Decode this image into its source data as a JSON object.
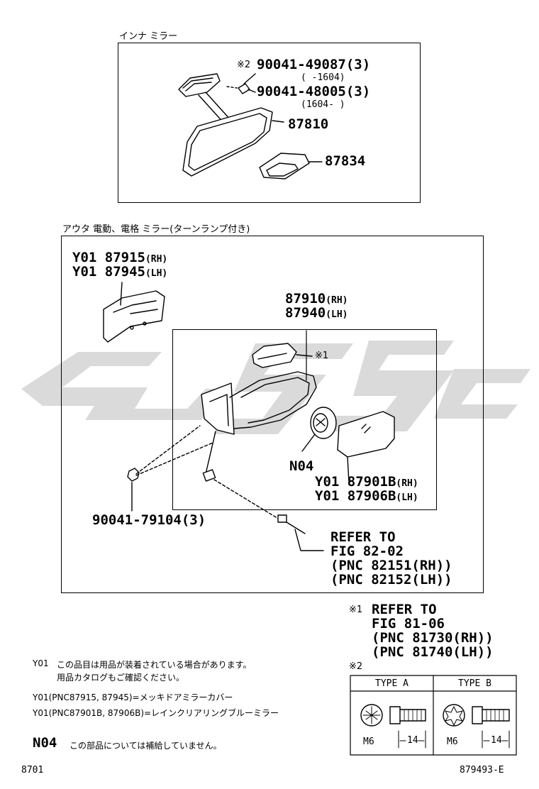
{
  "inner_section": {
    "title": "インナ ミラー",
    "labels": {
      "bolt1_mark": "※2",
      "bolt1": "90041-49087(3)",
      "bolt1_range": "(     -1604)",
      "bolt2": "90041-48005(3)",
      "bolt2_range": "(1604-     )",
      "mirror": "87810",
      "cover": "87834"
    }
  },
  "outer_section": {
    "title": "アウタ 電動、電格 ミラー(ターンランプ付き)",
    "labels": {
      "cover_rh": "Y01 87915",
      "cover_rh_side": "(RH)",
      "cover_lh": "Y01 87945",
      "cover_lh_side": "(LH)",
      "assy_rh": "87910",
      "assy_rh_side": "(RH)",
      "assy_lh": "87940",
      "assy_lh_side": "(LH)",
      "lamp_mark": "※1",
      "n04": "N04",
      "glass_rh": "Y01 87901B",
      "glass_rh_side": "(RH)",
      "glass_lh": "Y01 87906B",
      "glass_lh_side": "(LH)",
      "nut": "90041-79104(3)",
      "refer1": "REFER TO",
      "refer2": "FIG 82-02",
      "refer3": "(PNC 82151(RH))",
      "refer4": "(PNC 82152(LH))"
    }
  },
  "note1": {
    "mark": "※1",
    "line1": "REFER TO",
    "line2": "FIG 81-06",
    "line3": "(PNC 81730(RH))",
    "line4": "(PNC 81740(LH))"
  },
  "note2": {
    "mark": "※2",
    "type_a": "TYPE A",
    "type_b": "TYPE B",
    "size_a": "M6",
    "len_a": "14",
    "size_b": "M6",
    "len_b": "14"
  },
  "footnotes": {
    "y01_code": "Y01",
    "y01_line1": "この品目は用品が装着されている場合があります。",
    "y01_line2": "用品カタログもご確認ください。",
    "y01_a": "Y01(PNC87915, 87945)=メッキドアミラーカバー",
    "y01_b": "Y01(PNC87901B, 87906B)=レインクリアリングブルーミラー",
    "n04_code": "N04",
    "n04_text": "この部品については補給していません。"
  },
  "footer": {
    "left_code": "8701",
    "right_code": "879493-E"
  },
  "colors": {
    "ink": "#000000",
    "watermark": "#d4d4d4"
  }
}
